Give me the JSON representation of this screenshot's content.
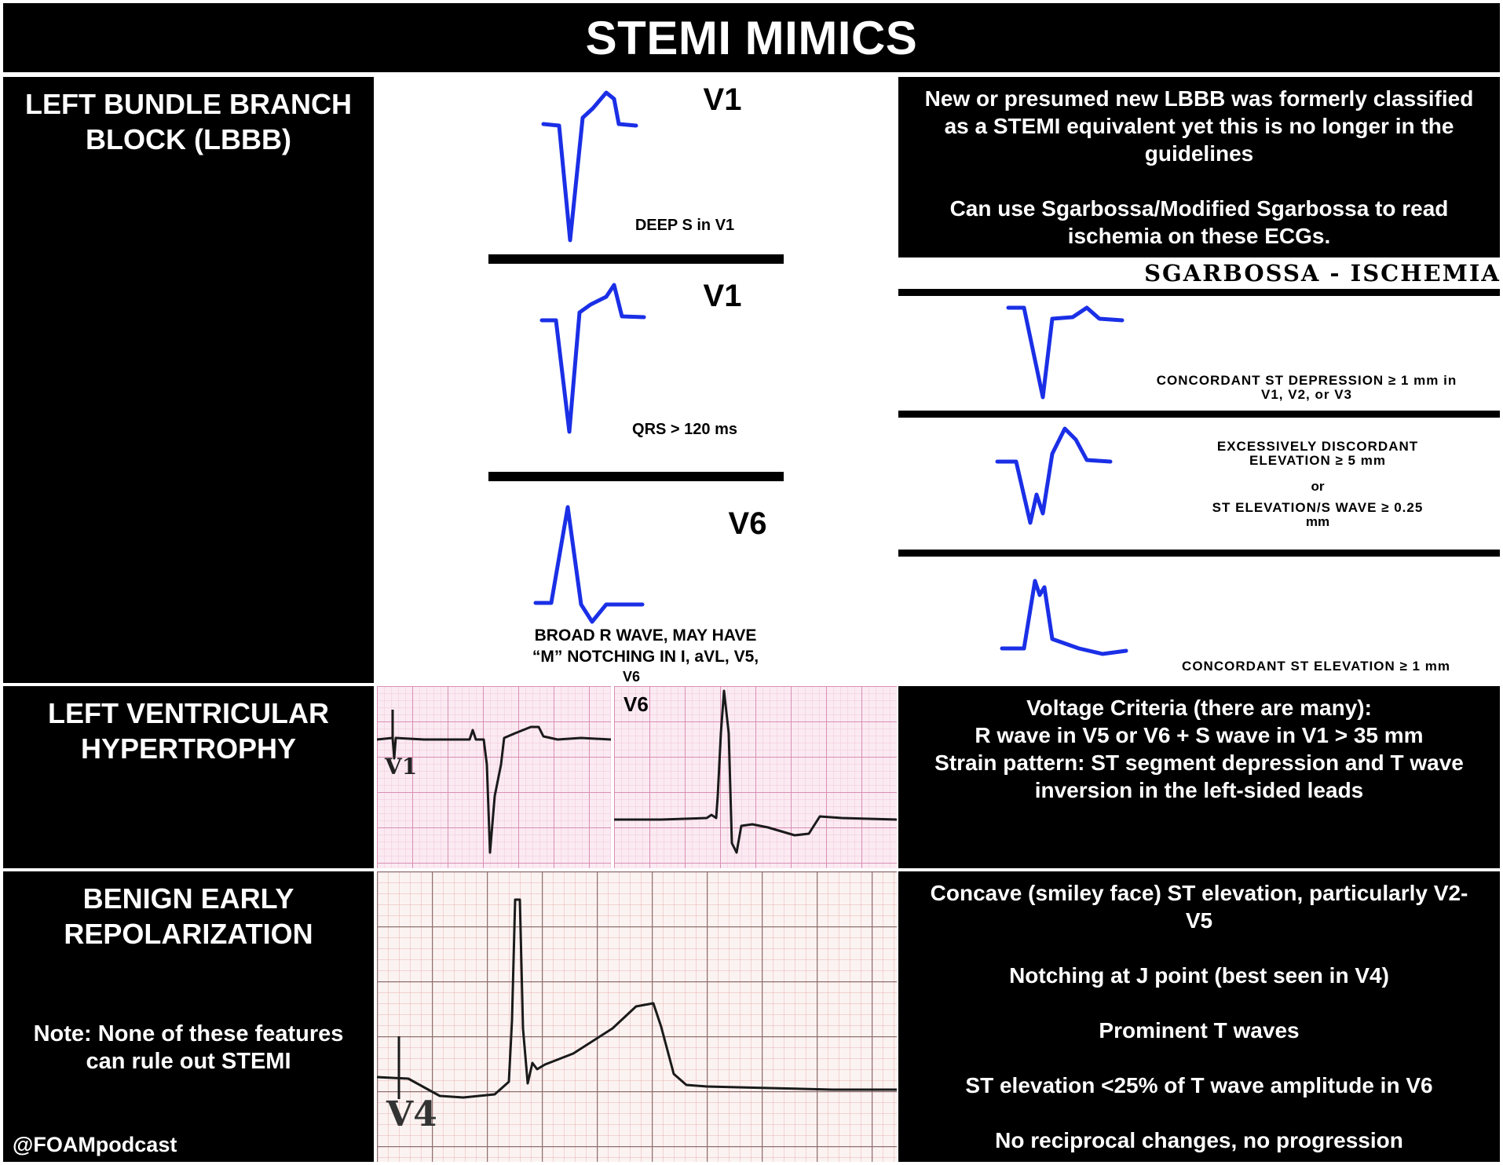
{
  "title": "STEMI MIMICS",
  "handle": "@FOAMpodcast",
  "rows": [
    {
      "label_lines": [
        "LEFT BUNDLE BRANCH",
        "BLOCK (LBBB)"
      ],
      "description_lines": [
        "New or presumed new LBBB was formerly classified",
        "as a STEMI equivalent yet this is no longer in the",
        "guidelines",
        "",
        "Can use Sgarbossa/Modified Sgarbossa to read",
        "ischemia on these ECGs."
      ],
      "lbbb_panels": [
        {
          "lead": "V1",
          "caption_lines": [
            "DEEP S in V1"
          ]
        },
        {
          "lead": "V1",
          "caption_lines": [
            "QRS > 120 ms"
          ]
        },
        {
          "lead": "V6",
          "caption_lines": [
            "BROAD R WAVE, MAY HAVE",
            "“M” NOTCHING IN I, aVL, V5,",
            "V6"
          ]
        }
      ],
      "sgarbossa": {
        "heading": "SGARBOSSA - ISCHEMIA",
        "criteria": [
          {
            "lines": [
              "CONCORDANT ST DEPRESSION ≥ 1 mm in",
              "V1, V2, or V3"
            ]
          },
          {
            "lines": [
              "EXCESSIVELY DISCORDANT",
              "ELEVATION ≥ 5 mm",
              "or",
              "ST ELEVATION/S WAVE ≥ 0.25",
              "mm"
            ]
          },
          {
            "lines": [
              "CONCORDANT ST ELEVATION ≥ 1 mm"
            ]
          }
        ]
      }
    },
    {
      "label_lines": [
        "LEFT VENTRICULAR",
        "HYPERTROPHY"
      ],
      "ecg_leads": [
        "V1",
        "V6"
      ],
      "description_lines": [
        "Voltage Criteria (there are many):",
        "R wave in V5 or V6 + S wave in V1 > 35 mm",
        "Strain pattern: ST segment depression and T wave",
        "inversion in the left-sided leads"
      ]
    },
    {
      "label_lines": [
        "BENIGN EARLY",
        "REPOLARIZATION"
      ],
      "note_lines": [
        "Note: None of these features",
        "can rule out STEMI"
      ],
      "ecg_lead": "V4",
      "description_lines": [
        "Concave (smiley face) ST elevation, particularly V2-",
        "V5",
        "",
        "Notching at J point (best seen in V4)",
        "",
        "Prominent T waves",
        "",
        "ST elevation <25% of T wave amplitude in V6",
        "",
        "No reciprocal changes, no progression"
      ]
    }
  ],
  "colors": {
    "background": "#000000",
    "text": "#ffffff",
    "ecg_blue": "#1a2fe6",
    "grid_pink": "#e7a6c4"
  }
}
